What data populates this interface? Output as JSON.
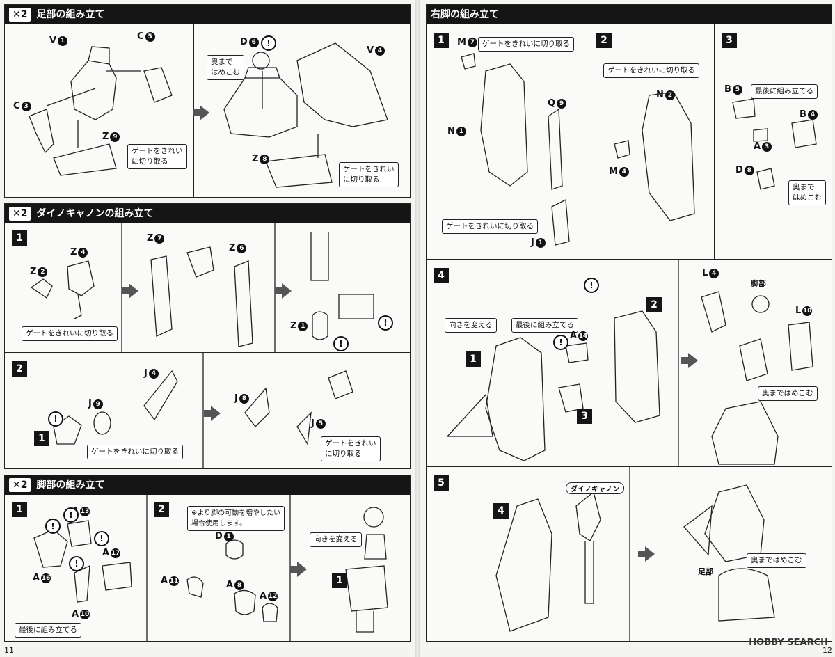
{
  "left_page": {
    "number": "11",
    "sections": {
      "foot": {
        "multiplier": "✕2",
        "title": "足部の組み立て",
        "labels": {
          "v1": "V",
          "c5": "C",
          "c3": "C",
          "z9": "Z",
          "d6": "D",
          "v4": "V",
          "z8": "Z"
        },
        "part_nums": {
          "v1": "1",
          "c5": "5",
          "c3": "3",
          "z9": "9",
          "d6": "6",
          "v4": "4",
          "z8": "8"
        },
        "notes": {
          "gate1": "ゲートをきれい\nに切り取る",
          "press": "奥まで\nはめこむ",
          "gate2": "ゲートをきれい\nに切り取る"
        }
      },
      "cannon": {
        "multiplier": "✕2",
        "title": "ダイノキャノンの組み立て",
        "steps": [
          "1",
          "2"
        ],
        "labels": {
          "z2": "Z",
          "z4": "Z",
          "z7": "Z",
          "z6": "Z",
          "z1": "Z",
          "j9": "J",
          "j4": "J",
          "j8": "J",
          "j5": "J",
          "step1_tag": "1"
        },
        "part_nums": {
          "z2": "2",
          "z4": "4",
          "z7": "7",
          "z6": "6",
          "z1": "1",
          "j9": "9",
          "j4": "4",
          "j8": "8",
          "j5": "5"
        },
        "notes": {
          "gate_a": "ゲートをきれいに切り取る",
          "gate_b": "ゲートをきれいに切り取る",
          "gate_c": "ゲートをきれい\nに切り取る"
        }
      },
      "leg": {
        "multiplier": "✕2",
        "title": "脚部の組み立て",
        "steps": [
          "1",
          "2"
        ],
        "labels": {
          "a13": "A",
          "a17": "A",
          "a16": "A",
          "a10": "A",
          "d1": "D",
          "a11": "A",
          "a8": "A",
          "a12": "A",
          "tag1": "1"
        },
        "part_nums": {
          "a13": "13",
          "a17": "17",
          "a16": "16",
          "a10": "10",
          "d1": "1",
          "a11": "11",
          "a8": "8",
          "a12": "12"
        },
        "notes": {
          "last": "最後に組み立てる",
          "option": "※より脚の可動を増やしたい\n場合使用します。",
          "turn": "向きを変える"
        }
      }
    }
  },
  "right_page": {
    "number": "12",
    "section": {
      "title": "右脚の組み立て",
      "steps": [
        "1",
        "2",
        "3",
        "4",
        "5"
      ],
      "labels": {
        "m7": "M",
        "n1": "N",
        "q9": "Q",
        "j1": "J",
        "n2": "N",
        "m4": "M",
        "b5": "B",
        "b4": "B",
        "a3": "A",
        "d8": "D",
        "a14": "A",
        "l4": "L",
        "l10": "L",
        "foot_part": "脚部",
        "cannon_part": "ダイノキャノン",
        "foot_base": "足部",
        "tag1": "1",
        "tag2": "2",
        "tag3": "3",
        "tag4": "4"
      },
      "part_nums": {
        "m7": "7",
        "n1": "1",
        "q9": "9",
        "j1": "1",
        "n2": "2",
        "m4": "4",
        "b5": "5",
        "b4": "4",
        "a3": "3",
        "d8": "8",
        "a14": "14",
        "l4": "4",
        "l10": "10"
      },
      "notes": {
        "gate_m": "ゲートをきれいに切り取る",
        "gate_j": "ゲートをきれいに切り取る",
        "gate_m2": "ゲートをきれいに切り取る",
        "last_b": "最後に組み立てる",
        "press_d": "奥まで\nはめこむ",
        "turn": "向きを変える",
        "last_a": "最後に組み立てる",
        "press_l": "奥まではめこむ",
        "press_f": "奥まではめこむ"
      }
    }
  },
  "watermark": "HOBBY SEARCH",
  "colors": {
    "bar": "#151515",
    "line": "#222222",
    "paper": "#fafaf8"
  }
}
